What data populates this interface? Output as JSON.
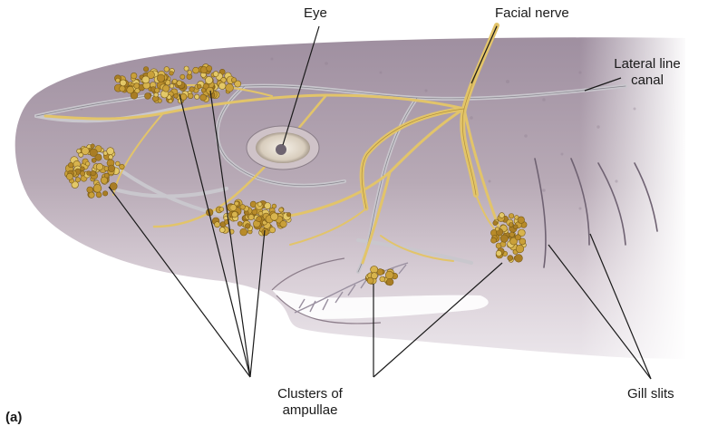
{
  "labels": {
    "eye": "Eye",
    "facial_nerve": "Facial nerve",
    "lateral_line_canal_1": "Lateral line",
    "lateral_line_canal_2": "canal",
    "clusters_of_ampullae_1": "Clusters of",
    "clusters_of_ampullae_2": "ampullae",
    "gill_slits": "Gill slits",
    "panel": "(a)"
  },
  "colors": {
    "skin": "#b7a9b5",
    "skin_light": "#d8ced6",
    "belly": "#e6e0e6",
    "nerve": "#e2c46a",
    "canal": "#c8c6cc",
    "ampullae": "#c9a03a",
    "leader": "#1a1a1a"
  }
}
